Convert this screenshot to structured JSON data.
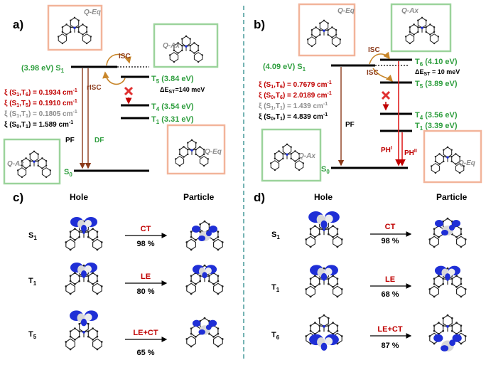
{
  "panel_a": {
    "tag": "a)",
    "top_mol_label": "Q-Eq",
    "right_mol_label": "Q-Ax",
    "left_bottom_mol_label": "Q-Ax",
    "right_bottom_mol_label": "Q-Eq",
    "s1_label": "(3.98 eV) S",
    "s1_sub": "1",
    "t5_label": "T",
    "t5_sub": "5",
    "t5_value": " (3.84 eV)",
    "dest": "ΔE",
    "dest_sub": "ST",
    "dest_value": "=140 meV",
    "t4_label": "T",
    "t4_sub": "4",
    "t4_value": " (3.54 eV)",
    "t1_label": "T",
    "t1_sub": "1",
    "t1_value": " (3.31 eV)",
    "isc": "ISC",
    "risc": "rISC",
    "pf": "PF",
    "df": "DF",
    "s0": "S",
    "s0_sub": "0",
    "soc": [
      {
        "pre": "ξ (S",
        "a": "1",
        "mid": ",T",
        "b": "6",
        "val": ") = 0.1934 cm",
        "color": "#c00000"
      },
      {
        "pre": "ξ (S",
        "a": "1",
        "mid": ",T",
        "b": "5",
        "val": ") = 0.1910 cm",
        "color": "#c00000"
      },
      {
        "pre": "ξ (S",
        "a": "1",
        "mid": ",T",
        "b": "1",
        "val": ") = 0.1805 cm",
        "color": "#8c8c8c"
      },
      {
        "pre": "ξ (S",
        "a": "0",
        "mid": ",T",
        "b": "1",
        "val": ") = 1.589 cm",
        "color": "#000000"
      }
    ]
  },
  "panel_b": {
    "tag": "b)",
    "top_mol_label": "Q-Eq",
    "right_mol_label": "Q-Ax",
    "left_bottom_mol_label": "Q-Ax",
    "right_bottom_mol_label": "Q-Eq",
    "s1_label": "(4.09 eV) S",
    "s1_sub": "1",
    "t6_label": "T",
    "t6_sub": "6",
    "t6_value": " (4.10 eV)",
    "dest": "ΔE",
    "dest_sub": "ST",
    "dest_value": " = 10 meV",
    "t5_label": "T",
    "t5_sub": "5",
    "t5_value": " (3.89 eV)",
    "t4_label": "T",
    "t4_sub": "4",
    "t4_value": " (3.56 eV)",
    "t1_label": "T",
    "t1_sub": "1",
    "t1_value": " (3.39 eV)",
    "isc1": "ISC",
    "isc2": "ISC",
    "pf": "PF",
    "ph1": "PH",
    "ph1_sup": "I",
    "ph2": "PH",
    "ph2_sup": "II",
    "s0": "S",
    "s0_sub": "0",
    "soc": [
      {
        "pre": "ξ (S",
        "a": "1",
        "mid": ",T",
        "b": "6",
        "val": ") = 0.7679 cm",
        "color": "#c00000"
      },
      {
        "pre": "ξ (S",
        "a": "0",
        "mid": ",T",
        "b": "6",
        "val": ") = 2.0189 cm",
        "color": "#c00000"
      },
      {
        "pre": "ξ (S",
        "a": "1",
        "mid": ",T",
        "b": "1",
        "val": ") = 1.439 cm",
        "color": "#8c8c8c"
      },
      {
        "pre": "ξ (S",
        "a": "0",
        "mid": ",T",
        "b": "1",
        "val": ") = 4.839 cm",
        "color": "#000000"
      }
    ]
  },
  "panel_c": {
    "tag": "c)",
    "hole": "Hole",
    "particle": "Particle",
    "rows": [
      {
        "state": "S",
        "sub": "1",
        "type": "CT",
        "pct": "98 %"
      },
      {
        "state": "T",
        "sub": "1",
        "type": "LE",
        "pct": "80 %"
      },
      {
        "state": "T",
        "sub": "5",
        "type": "LE+CT",
        "pct": "65 %"
      }
    ]
  },
  "panel_d": {
    "tag": "d)",
    "hole": "Hole",
    "particle": "Particle",
    "rows": [
      {
        "state": "S",
        "sub": "1",
        "type": "CT",
        "pct": "98 %"
      },
      {
        "state": "T",
        "sub": "1",
        "type": "LE",
        "pct": "68 %"
      },
      {
        "state": "T",
        "sub": "6",
        "type": "LE+CT",
        "pct": "87 %"
      }
    ]
  },
  "unit_sup": "-1",
  "colors": {
    "green": "#2e9e3e",
    "red": "#c00000",
    "orange": "#c8862a",
    "brown": "#8b3a1a",
    "grey": "#8c8c8c",
    "divider": "#2a8a8a",
    "orange_box": "#f2b49a",
    "green_box": "#9bd39b",
    "orbital": "#1f2fd6"
  },
  "icons": {
    "cross": "cross-icon",
    "molecule": "molecule-icon"
  }
}
